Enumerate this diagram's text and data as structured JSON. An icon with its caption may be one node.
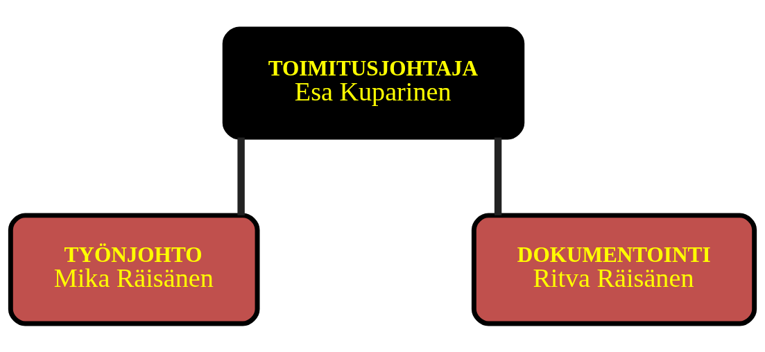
{
  "diagram": {
    "nodes": [
      {
        "text": [
          "TOIMITUSJOHTAJA",
          "Esa Kuparinen"
        ]
      },
      {
        "text": [
          "TYÖNJOHTO",
          "Mika Räisänen"
        ]
      },
      {
        "text": [
          "DOKUMENTOINTI",
          "Ritva Räisänen"
        ]
      }
    ],
    "edges": [
      {
        "from": 0,
        "to": 1,
        "arrow": "none"
      },
      {
        "from": 0,
        "to": 2,
        "arrow": "none"
      }
    ]
  }
}
